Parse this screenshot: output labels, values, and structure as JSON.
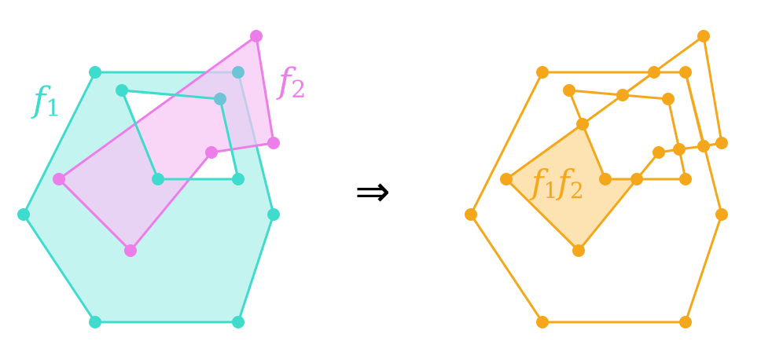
{
  "labels": {
    "f1": {
      "base": "f",
      "sub": "1"
    },
    "f2": {
      "base": "f",
      "sub": "2"
    },
    "product": {
      "base1": "f",
      "sub1": "1",
      "base2": "f",
      "sub2": "2"
    },
    "arrow": "⇒"
  },
  "colors": {
    "teal": "#3fdcce",
    "teal_fill": "#c4f4ef",
    "magenta": "#ec7ee9",
    "magenta_fill": "#f8d2f7",
    "overlap_fill": "#d1d1ef",
    "overlap_dot": "#6cc4d4",
    "orange": "#f5a71b",
    "orange_fill": "#fde2b2",
    "arrow": "#000000"
  }
}
